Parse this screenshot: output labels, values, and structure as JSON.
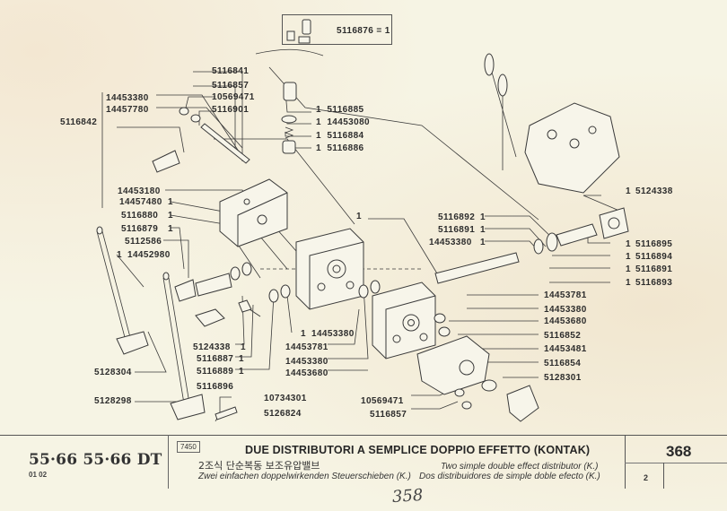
{
  "inset": {
    "callout": "5116876 = 1"
  },
  "labels": {
    "top_left_group": [
      "5116841",
      "5116857",
      "10569471",
      "5116901"
    ],
    "bracket_group": [
      "14453380",
      "14457780"
    ],
    "left_part": "5116842",
    "valve_stack": [
      {
        "qty": "1",
        "part": "5116885"
      },
      {
        "qty": "1",
        "part": "14453080"
      },
      {
        "qty": "1",
        "part": "5116884"
      },
      {
        "qty": "1",
        "part": "5116886"
      }
    ],
    "mid_left": [
      {
        "part": "14453180",
        "qty": ""
      },
      {
        "part": "14457480",
        "qty": "1"
      },
      {
        "part": "5116880",
        "qty": "1"
      },
      {
        "part": "5116879",
        "qty": "1"
      },
      {
        "part": "5112586",
        "qty": ""
      },
      {
        "part": "14452980",
        "qty": "1"
      }
    ],
    "spool_label_qty": "1",
    "spool_group": [
      {
        "part": "5116892",
        "qty": "1"
      },
      {
        "part": "5116891",
        "qty": "1"
      },
      {
        "part": "14453380",
        "qty": "1"
      }
    ],
    "right_top": {
      "qty": "1",
      "part": "5124338"
    },
    "right_group": [
      {
        "qty": "1",
        "part": "5116895"
      },
      {
        "qty": "1",
        "part": "5116894"
      },
      {
        "qty": "1",
        "part": "5116891"
      },
      {
        "qty": "1",
        "part": "5116893"
      }
    ],
    "right_lower": [
      "14453781",
      "14453380",
      "14453680",
      "5116852",
      "14453481",
      "5116854",
      "5128301"
    ],
    "center_single": {
      "qty": "1",
      "part": "14453380"
    },
    "center_group": [
      "14453781",
      "14453380",
      "14453680"
    ],
    "link_group": [
      {
        "part": "5124338",
        "qty": "1"
      },
      {
        "part": "5116887",
        "qty": "1"
      },
      {
        "part": "5116889",
        "qty": "1"
      },
      {
        "part": "5116896",
        "qty": ""
      }
    ],
    "lever_labels": [
      "5128304",
      "5128298"
    ],
    "pin_labels": [
      "10734301",
      "5126824"
    ],
    "bottom_center": [
      "10569471",
      "5116857"
    ]
  },
  "title_block": {
    "model": "55·66  55·66 DT",
    "edition": "01 02",
    "code": "7450",
    "title_it": "DUE DISTRIBUTORI A SEMPLICE DOPPIO EFFETTO (KONTAK)",
    "title_ko": "2조식 단순복동 보조유압밸브",
    "title_de": "Zwei einfachen doppelwirkenden Steuerschieben (K.)",
    "title_en": "Two simple double effect distributor (K.)",
    "title_es": "Dos distribuidores de simple doble efecto (K.)",
    "page_number": "368",
    "sub_number": "2",
    "handwritten_note": "358"
  }
}
